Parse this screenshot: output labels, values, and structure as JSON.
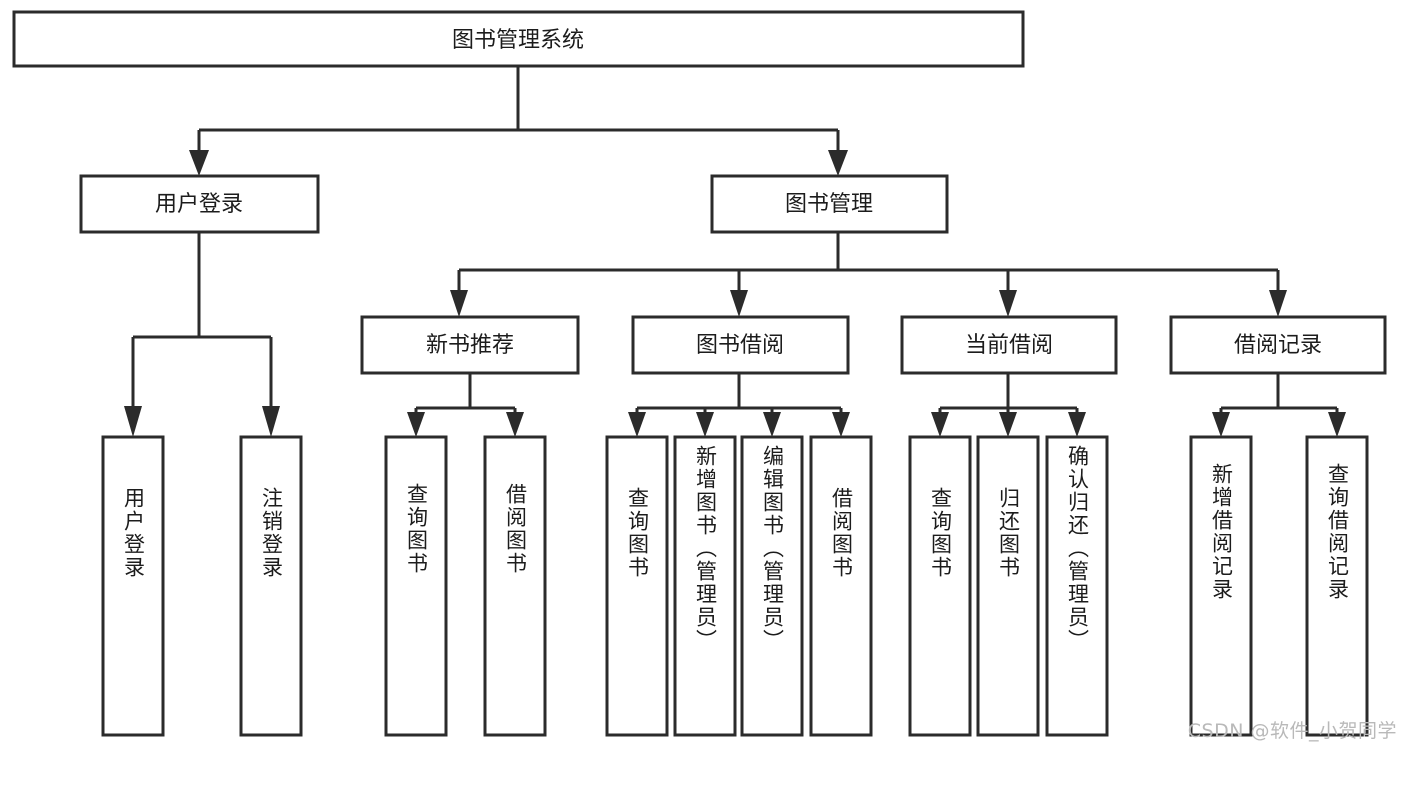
{
  "diagram": {
    "type": "tree-hierarchy-flowchart",
    "title": "图书管理系统",
    "orientation": "top-down",
    "background_color": "#ffffff",
    "box_stroke_color": "#2b2b2b",
    "box_fill_color": "#ffffff",
    "text_color": "#1c1c1c",
    "levels": [
      {
        "level": 1,
        "nodes": [
          {
            "id": "root",
            "label": "图书管理系统",
            "orientation": "horizontal"
          }
        ]
      },
      {
        "level": 2,
        "nodes": [
          {
            "id": "login",
            "label": "用户登录",
            "orientation": "horizontal",
            "parent": "root"
          },
          {
            "id": "bookmgmt",
            "label": "图书管理",
            "orientation": "horizontal",
            "parent": "root"
          }
        ]
      },
      {
        "level": 3,
        "nodes": [
          {
            "id": "newbook",
            "label": "新书推荐",
            "orientation": "horizontal",
            "parent": "bookmgmt"
          },
          {
            "id": "borrow",
            "label": "图书借阅",
            "orientation": "horizontal",
            "parent": "bookmgmt"
          },
          {
            "id": "current",
            "label": "当前借阅",
            "orientation": "horizontal",
            "parent": "bookmgmt"
          },
          {
            "id": "records",
            "label": "借阅记录",
            "orientation": "horizontal",
            "parent": "bookmgmt"
          }
        ]
      },
      {
        "level": 4,
        "nodes": [
          {
            "id": "leaf1",
            "label": "用户登录",
            "orientation": "vertical",
            "parent": "login"
          },
          {
            "id": "leaf2",
            "label": "注销登录",
            "orientation": "vertical",
            "parent": "login"
          },
          {
            "id": "leaf3",
            "label": "查询图书",
            "orientation": "vertical",
            "parent": "newbook"
          },
          {
            "id": "leaf4",
            "label": "借阅图书",
            "orientation": "vertical",
            "parent": "newbook"
          },
          {
            "id": "leaf5",
            "label": "查询图书",
            "orientation": "vertical",
            "parent": "borrow"
          },
          {
            "id": "leaf6",
            "label": "新增图书（管理员）",
            "orientation": "vertical",
            "parent": "borrow"
          },
          {
            "id": "leaf7",
            "label": "编辑图书（管理员）",
            "orientation": "vertical",
            "parent": "borrow"
          },
          {
            "id": "leaf8",
            "label": "借阅图书",
            "orientation": "vertical",
            "parent": "borrow"
          },
          {
            "id": "leaf9",
            "label": "查询图书",
            "orientation": "vertical",
            "parent": "current"
          },
          {
            "id": "leaf10",
            "label": "归还图书",
            "orientation": "vertical",
            "parent": "current"
          },
          {
            "id": "leaf11",
            "label": "确认归还（管理员）",
            "orientation": "vertical",
            "parent": "current"
          },
          {
            "id": "leaf12",
            "label": "新增借阅记录",
            "orientation": "vertical",
            "parent": "records"
          },
          {
            "id": "leaf13",
            "label": "查询借阅记录",
            "orientation": "vertical",
            "parent": "records"
          }
        ]
      }
    ]
  },
  "nodes": {
    "root": {
      "label": "图书管理系统"
    },
    "login": {
      "label": "用户登录"
    },
    "bookmgmt": {
      "label": "图书管理"
    },
    "newbook": {
      "label": "新书推荐"
    },
    "borrow": {
      "label": "图书借阅"
    },
    "current": {
      "label": "当前借阅"
    },
    "records": {
      "label": "借阅记录"
    },
    "leaf1": {
      "label": "用户登录"
    },
    "leaf2": {
      "label": "注销登录"
    },
    "leaf3": {
      "label": "查询图书"
    },
    "leaf4": {
      "label": "借阅图书"
    },
    "leaf5": {
      "label": "查询图书"
    },
    "leaf6": {
      "label": "新增图书（管理员）"
    },
    "leaf7": {
      "label": "编辑图书（管理员）"
    },
    "leaf8": {
      "label": "借阅图书"
    },
    "leaf9": {
      "label": "查询图书"
    },
    "leaf10": {
      "label": "归还图书"
    },
    "leaf11": {
      "label": "确认归还（管理员）"
    },
    "leaf12": {
      "label": "新增借阅记录"
    },
    "leaf13": {
      "label": "查询借阅记录"
    }
  },
  "watermark": {
    "text": "CSDN @软件_小贺同学"
  }
}
